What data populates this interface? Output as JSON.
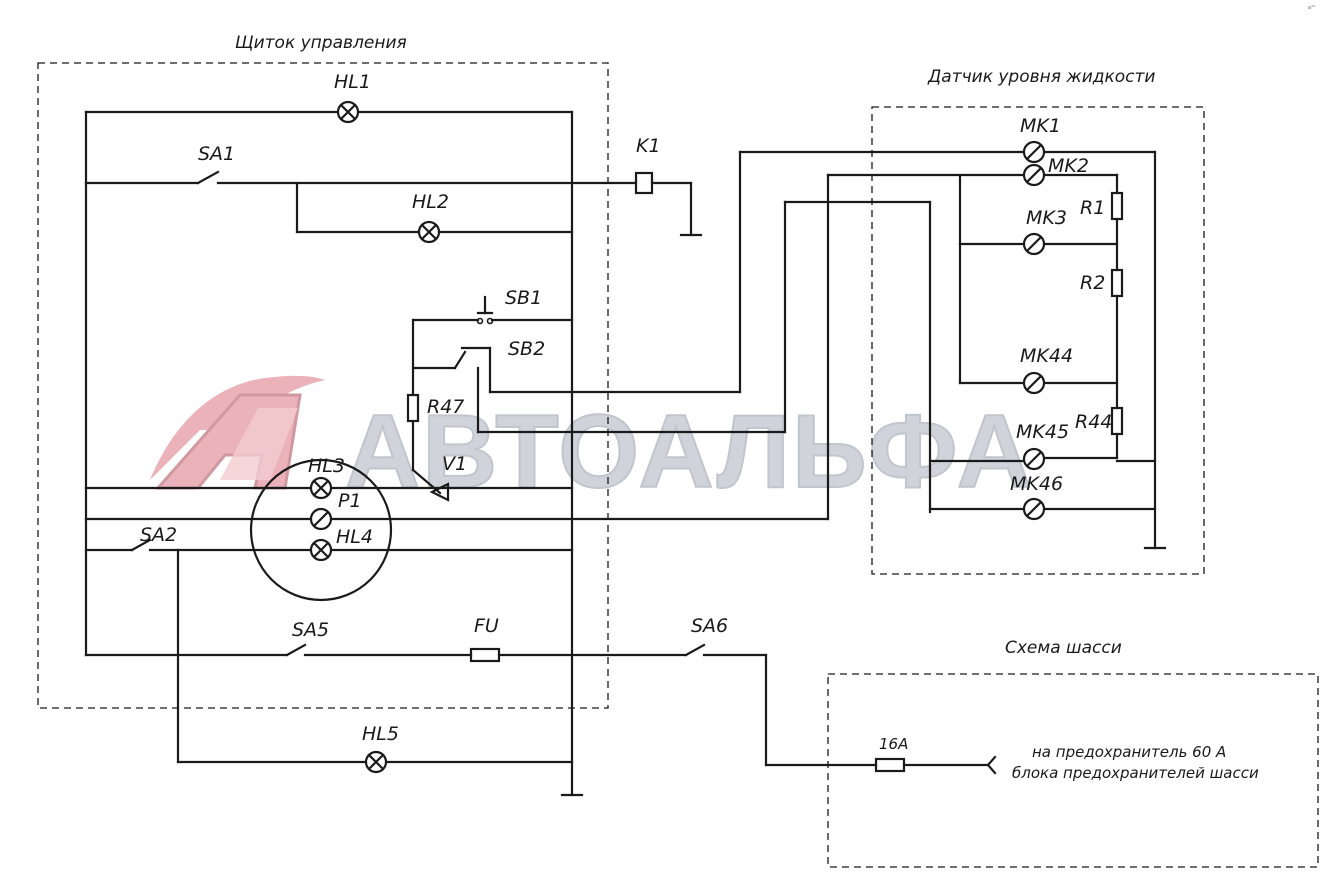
{
  "blocks": {
    "control_panel": "Щиток управления",
    "level_sensor": "Датчик уровня жидкости",
    "chassis": "Схема шасси"
  },
  "labels": {
    "HL1": "HL1",
    "SA1": "SA1",
    "HL2": "HL2",
    "K1": "K1",
    "SB1": "SB1",
    "SB2": "SB2",
    "R47": "R47",
    "V1": "V1",
    "HL3": "HL3",
    "P1": "P1",
    "HL4": "HL4",
    "SA2": "SA2",
    "SA5": "SA5",
    "FU": "FU",
    "SA6": "SA6",
    "HL5": "HL5",
    "MK1": "MK1",
    "MK2": "MK2",
    "MK3": "MK3",
    "MK44": "MK44",
    "MK45": "MK45",
    "MK46": "MK46",
    "R1": "R1",
    "R2": "R2",
    "R44": "R44",
    "fuse_16A": "16A"
  },
  "chassis_note": {
    "line1": "на предохранитель 60 А",
    "line2": "блока предохранителей шасси"
  },
  "watermark": {
    "text": "АВТОАЛЬФА",
    "color_main": "#c8ccd3",
    "color_logo": "#e8a5ad"
  },
  "corner_mark": "a²²"
}
